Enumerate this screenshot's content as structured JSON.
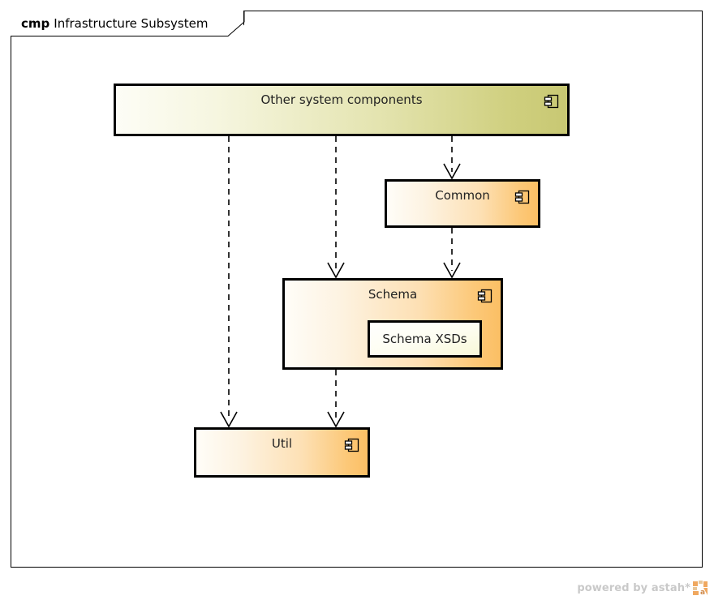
{
  "diagram": {
    "kind": "cmp",
    "title": "Infrastructure Subsystem",
    "type": "UML Component Diagram"
  },
  "components": [
    {
      "id": "other-system-components",
      "name": "Other system components",
      "icon": "component-icon",
      "fill": "#cfcf7e"
    },
    {
      "id": "common",
      "name": "Common",
      "icon": "component-icon",
      "fill": "#fcc878"
    },
    {
      "id": "schema",
      "name": "Schema",
      "icon": "component-icon",
      "fill": "#fcc878",
      "artifact": {
        "id": "schema-xsds",
        "name": "Schema XSDs",
        "fill": "#fdfdf0"
      }
    },
    {
      "id": "util",
      "name": "Util",
      "icon": "component-icon",
      "fill": "#fcc878"
    }
  ],
  "dependencies": [
    {
      "from": "other-system-components",
      "to": "util",
      "style": "dashed",
      "arrow": "open"
    },
    {
      "from": "other-system-components",
      "to": "schema",
      "style": "dashed",
      "arrow": "open"
    },
    {
      "from": "other-system-components",
      "to": "common",
      "style": "dashed",
      "arrow": "open"
    },
    {
      "from": "common",
      "to": "schema",
      "style": "dashed",
      "arrow": "open"
    },
    {
      "from": "schema",
      "to": "util",
      "style": "dashed",
      "arrow": "open"
    }
  ],
  "watermark": {
    "text": "powered by astah*",
    "logo": "astah-logo-icon",
    "color": "#c9c9c9"
  }
}
